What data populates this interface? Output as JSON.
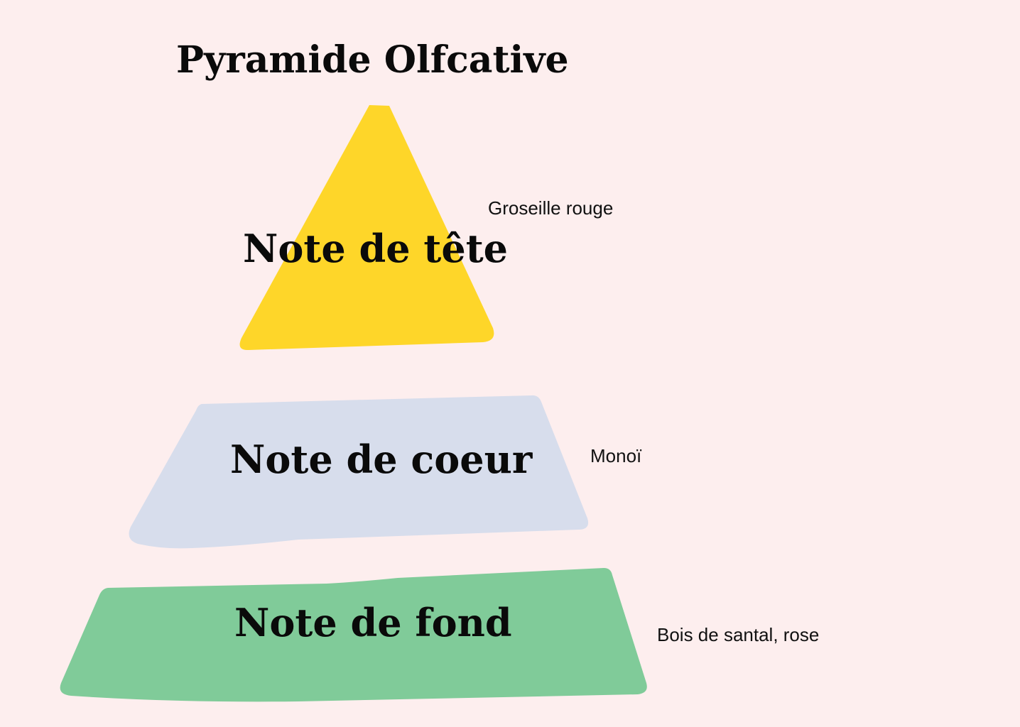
{
  "title": "Pyramide Olfcative",
  "colors": {
    "background": "#fdeeee",
    "top": "#fed629",
    "middle": "#d7ddec",
    "base": "#80cb99",
    "text": "#0a0a0a"
  },
  "tiers": [
    {
      "id": "top",
      "label": "Note de tête",
      "notes": "Groseille rouge"
    },
    {
      "id": "middle",
      "label": "Note de coeur",
      "notes": "Monoï"
    },
    {
      "id": "base",
      "label": "Note de fond",
      "notes": "Bois de santal, rose"
    }
  ]
}
